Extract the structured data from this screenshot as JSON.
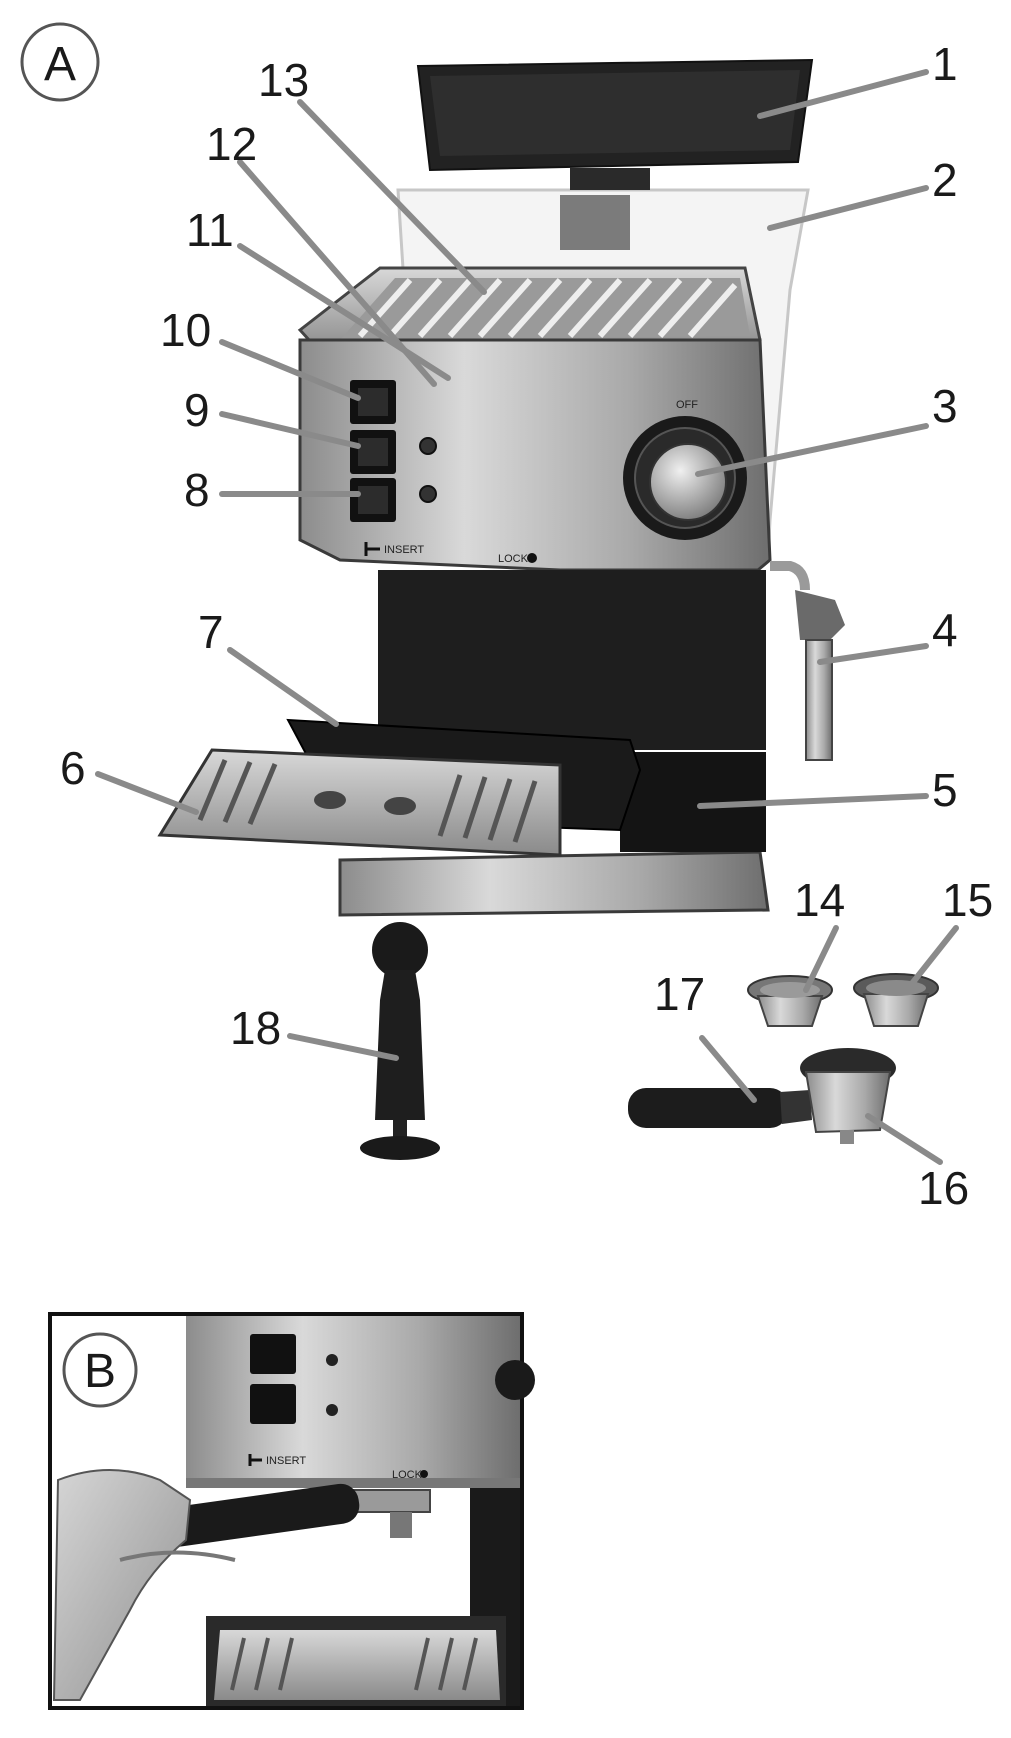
{
  "panel_a": {
    "letter": "A"
  },
  "panel_b": {
    "letter": "B",
    "insert_label": "INSERT",
    "lock_label": "LOCK"
  },
  "machine_labels": {
    "off": "OFF",
    "insert": "INSERT",
    "lock": "LOCK"
  },
  "callouts": [
    "1",
    "2",
    "3",
    "4",
    "5",
    "6",
    "7",
    "8",
    "9",
    "10",
    "11",
    "12",
    "13",
    "14",
    "15",
    "16",
    "17",
    "18"
  ],
  "colors": {
    "steel": "#b8b8b8",
    "black": "#1c1c1c",
    "leader": "#8a8a8a",
    "tank": "#f2f2f2"
  }
}
